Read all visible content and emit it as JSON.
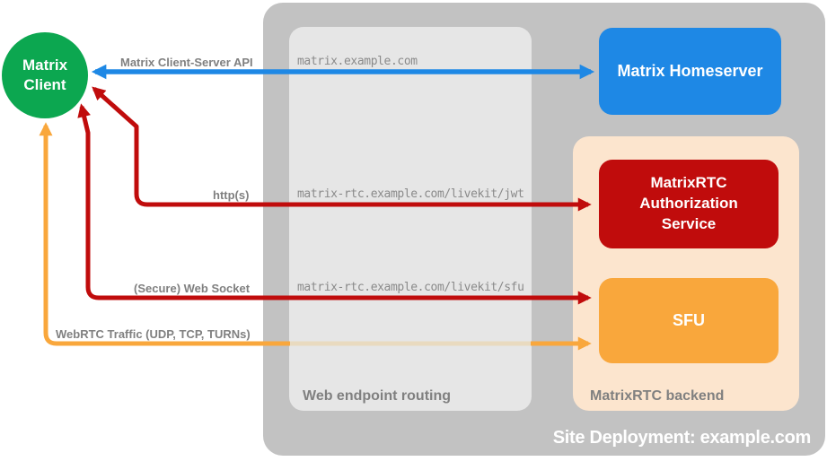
{
  "colors": {
    "green": "#0CA750",
    "blue": "#1E88E5",
    "red": "#C00C0C",
    "orange": "#F9A73C",
    "orangeMuted": "#E9DABF",
    "peach": "#FCE5CE",
    "outerGray": "#C2C2C2",
    "panelGray": "#E6E6E6",
    "labelGray": "#808080",
    "monoGray": "#8A8A8A"
  },
  "nodes": {
    "client": {
      "label": "Matrix Client"
    },
    "homeserver": {
      "label": "Matrix Homeserver"
    },
    "auth_service": {
      "label": "MatrixRTC\nAuthorization\nService"
    },
    "sfu": {
      "label": "SFU"
    }
  },
  "containers": {
    "site_deployment": {
      "label": "Site Deployment: example.com"
    },
    "web_endpoint_routing": {
      "label": "Web endpoint routing"
    },
    "matrixrtc_backend": {
      "label": "MatrixRTC backend"
    }
  },
  "connections": {
    "client_server_api": {
      "label": "Matrix Client-Server API",
      "endpoint": "matrix.example.com"
    },
    "http": {
      "label": "http(s)",
      "endpoint": "matrix-rtc.example.com/livekit/jwt"
    },
    "websocket": {
      "label": "(Secure) Web Socket",
      "endpoint": "matrix-rtc.example.com/livekit/sfu"
    },
    "webrtc": {
      "label": "WebRTC Traffic (UDP, TCP, TURNs)"
    }
  }
}
